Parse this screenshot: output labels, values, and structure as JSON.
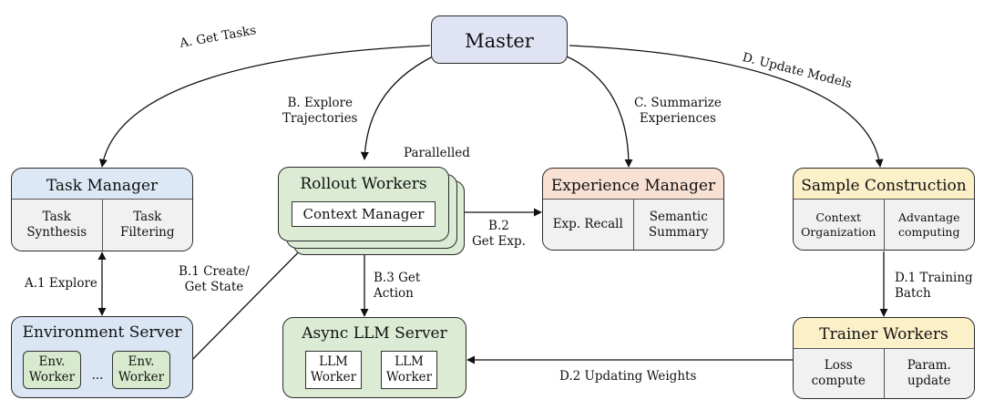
{
  "master": {
    "title": "Master"
  },
  "task_manager": {
    "title": "Task Manager",
    "cells": [
      "Task\nSynthesis",
      "Task\nFiltering"
    ]
  },
  "rollout_workers": {
    "title": "Rollout Workers",
    "context_manager": "Context Manager",
    "parallel_label": "Parallelled"
  },
  "experience_manager": {
    "title": "Experience Manager",
    "cells": [
      "Exp. Recall",
      "Semantic\nSummary"
    ]
  },
  "sample_construction": {
    "title": "Sample Construction",
    "cells": [
      "Context\nOrganization",
      "Advantage\ncomputing"
    ]
  },
  "environment_server": {
    "title": "Environment Server",
    "workers": [
      "Env.\nWorker",
      "Env.\nWorker"
    ],
    "ellipsis": "..."
  },
  "async_llm_server": {
    "title": "Async LLM Server",
    "workers": [
      "LLM\nWorker",
      "LLM\nWorker"
    ]
  },
  "trainer_workers": {
    "title": "Trainer Workers",
    "cells": [
      "Loss\ncompute",
      "Param.\nupdate"
    ]
  },
  "edges": {
    "get_tasks": "A. Get Tasks",
    "explore_trajectories": "B. Explore\nTrajectories",
    "summarize_experiences": "C. Summarize\nExperiences",
    "update_models": "D. Update Models",
    "a1_explore": "A.1 Explore",
    "b1_create_get_state": "B.1 Create/\nGet State",
    "b2_get_exp": "B.2\nGet Exp.",
    "b3_get_action": "B.3 Get\nAction",
    "d1_training_batch": "D.1 Training\nBatch",
    "d2_updating_weights": "D.2 Updating Weights"
  },
  "colors": {
    "master": "#dfe3f3",
    "task_manager_header": "#dce8f5",
    "rollout": "#dcebd4",
    "experience_header": "#f8e0d2",
    "sample_header": "#fcf0c8",
    "environment": "#dae6f3",
    "env_worker": "#d8eacd",
    "llm_server": "#dcebd4",
    "trainer_header": "#fcf0c8",
    "cell_bg": "#f1f1f1"
  }
}
